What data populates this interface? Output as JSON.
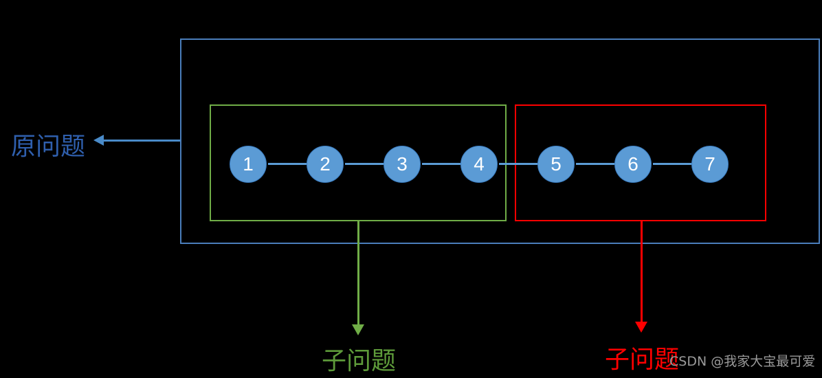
{
  "diagram": {
    "title_text": "",
    "background_color": "#000000",
    "nodes": [
      {
        "label": "1"
      },
      {
        "label": "2"
      },
      {
        "label": "3"
      },
      {
        "label": "4"
      },
      {
        "label": "5"
      },
      {
        "label": "6"
      },
      {
        "label": "7"
      }
    ],
    "node_color": "#5B9BD5",
    "node_text_color": "#FFFFFF",
    "boxes": {
      "outer": {
        "name": "outer-problem-box",
        "color": "#4A7EBB"
      },
      "left": {
        "name": "left-subproblem-box",
        "color": "#70AD47"
      },
      "right": {
        "name": "right-subproblem-box",
        "color": "#FF0000"
      }
    },
    "labels": {
      "original_problem": "原问题",
      "sub_problem_left": "子问题",
      "sub_problem_right": "子问题"
    },
    "label_colors": {
      "original_problem": "#2F5FAD",
      "sub_problem_left": "#5E9B3A",
      "sub_problem_right": "#FF0000"
    },
    "watermark": "CSDN @我家大宝最可爱",
    "watermark_color": "#9A9A9A"
  }
}
